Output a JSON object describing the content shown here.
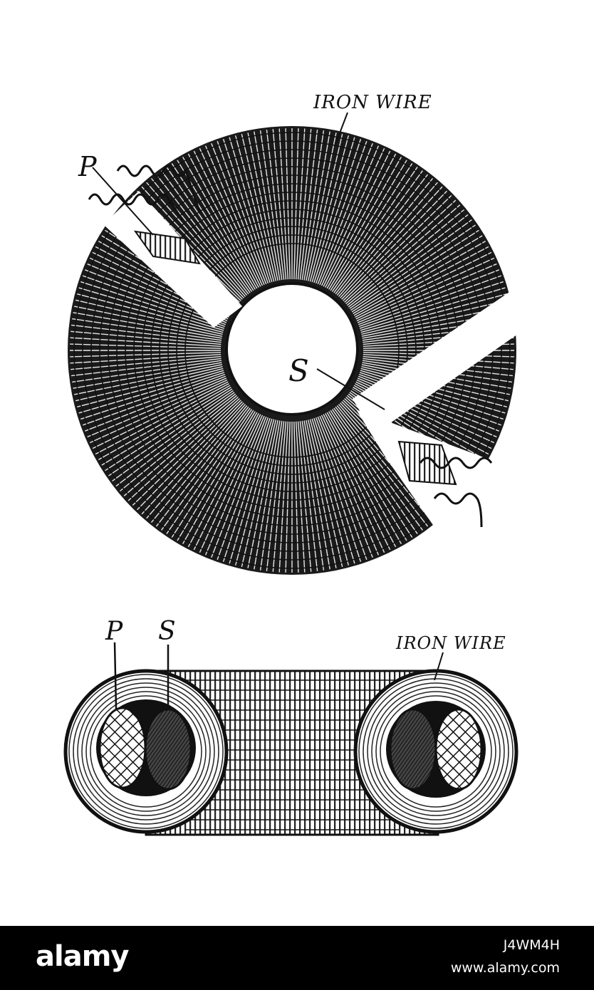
{
  "labels": {
    "top_iron_wire": "IRON WIRE",
    "top_p": "P",
    "top_s": "S",
    "bottom_p": "P",
    "bottom_s": "S",
    "bottom_iron_wire": "IRON WIRE"
  },
  "footer": {
    "brand": "alamy",
    "image_id": "J4WM4H",
    "site": "www.alamy.com"
  }
}
